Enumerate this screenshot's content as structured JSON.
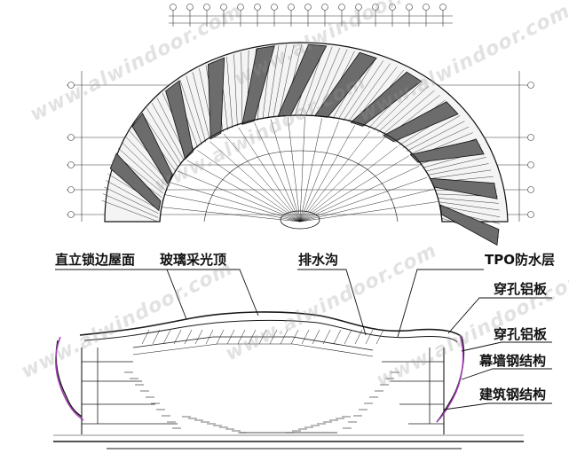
{
  "watermark": "www.alwindoor.com",
  "labels": {
    "standing_seam_roof": "直立锁边屋面",
    "glass_skylight": "玻璃采光顶",
    "drainage_gutter": "排水沟",
    "tpo_waterproof": "TPO防水层",
    "perforated_panel_upper": "穿孔铝板",
    "perforated_panel_lower": "穿孔铝板",
    "curtain_wall_steel": "幕墙钢结构",
    "building_steel": "建筑钢结构"
  },
  "colors": {
    "line": "#1a1a1a",
    "accent": "#a23bb4",
    "watermark": "#969696"
  }
}
